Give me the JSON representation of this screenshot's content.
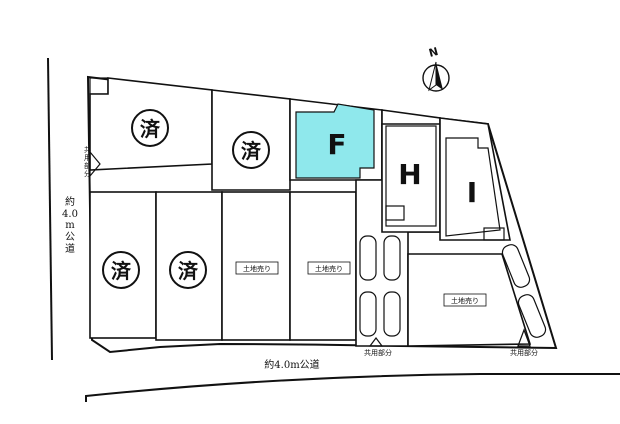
{
  "lots": {
    "sold_label": "済",
    "land_label": "土地売り",
    "house_f": "F",
    "house_h": "H",
    "house_i": "I",
    "highlight_color": "#8fe8ec"
  },
  "roads": {
    "west_road": "約4.0m公道",
    "south_road": "約4.0m公道",
    "shared_part": "共用部分"
  },
  "compass": {
    "north": "N"
  }
}
